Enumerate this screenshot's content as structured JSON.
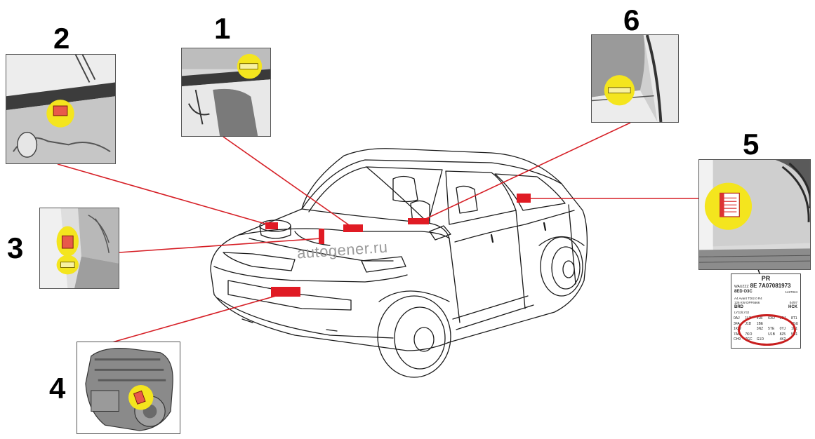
{
  "callouts": [
    {
      "number": "1"
    },
    {
      "number": "2"
    },
    {
      "number": "3"
    },
    {
      "number": "4"
    },
    {
      "number": "5"
    },
    {
      "number": "6"
    }
  ],
  "watermark": "autogener.ru",
  "label_sheet": {
    "heading": "PR",
    "vin_prefix": "WAUZZZ",
    "vin": "8E 7A07081973",
    "engine_line": "8ED O3C",
    "ref_code": "1427024",
    "row1_left": "A4 Avant   TDI2.0   R4",
    "row2_left": "126 KW   DPF6666",
    "row2_right": "04/07",
    "row3_left": "BRD",
    "row3_right": "HCK",
    "row4_left": "LY3J/LY3J",
    "codes": [
      [
        "0AJ",
        "1LT",
        "4UF",
        "6XD",
        "9SJ",
        "8T1"
      ],
      [
        "3FA",
        "J1D",
        "1BE",
        "",
        "",
        "8GU"
      ],
      [
        "1KW",
        "",
        "3NZ",
        "5TE",
        "0YJ",
        "1N1"
      ],
      [
        "7AO",
        "7KO",
        "",
        "U1B",
        "8Z5",
        "5D1"
      ],
      [
        "CH9",
        "7GC",
        "G1D",
        "",
        "4K2",
        ""
      ]
    ]
  },
  "colors": {
    "leader_line": "#d61f26",
    "marker": "#e01b24",
    "highlight": "#f4e51e",
    "ring": "#c81e1e"
  }
}
